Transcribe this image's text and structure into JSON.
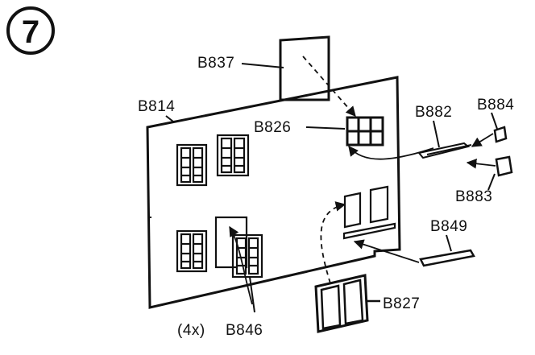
{
  "step_number": "7",
  "labels": {
    "b837": "B837",
    "b814": "B814",
    "b826": "B826",
    "b882": "B882",
    "b884": "B884",
    "b883": "B883",
    "b849": "B849",
    "b827": "B827",
    "b846_qty": "(4x)",
    "b846": "B846"
  },
  "colors": {
    "ink": "#111111",
    "paper": "#ffffff"
  }
}
